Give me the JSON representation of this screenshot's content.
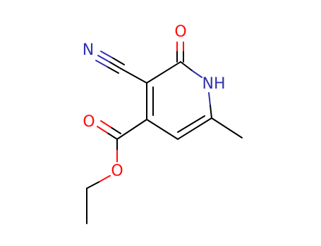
{
  "molecule": {
    "atoms": {
      "O_carbonyl": {
        "text": "O",
        "color": "#ff0d0d"
      },
      "N_nitrile": {
        "text": "N",
        "color": "#3030b0"
      },
      "NH": {
        "text": "NH",
        "color": "#3030b0"
      },
      "O_ester_carbonyl": {
        "text": "O",
        "color": "#ff0d0d"
      },
      "O_ester": {
        "text": "O",
        "color": "#ff0d0d"
      }
    },
    "bond_color": "#000000"
  }
}
